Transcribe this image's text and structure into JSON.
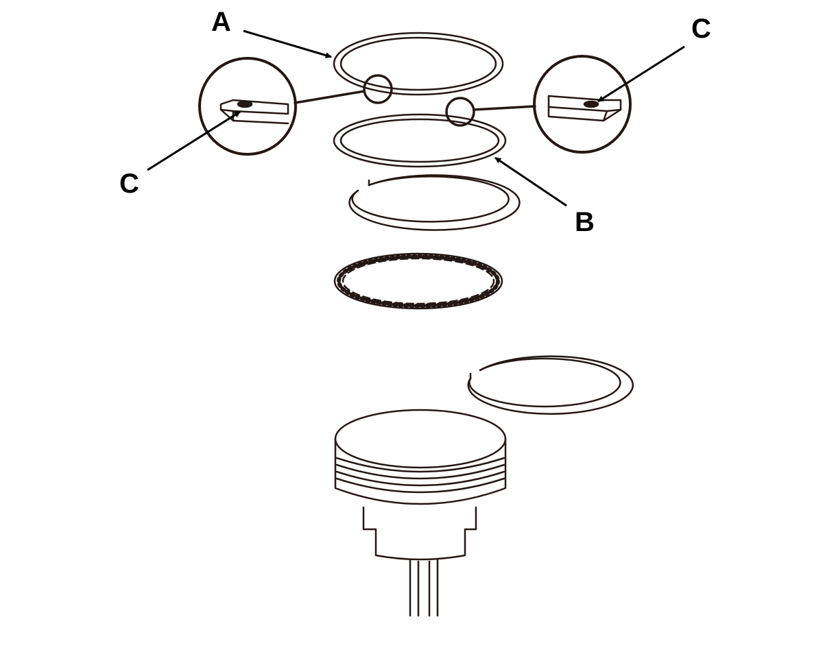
{
  "diagram": {
    "callouts": {
      "a": "A",
      "b": "B",
      "c_left": "C",
      "c_right": "C"
    },
    "parts": [
      "top-ring",
      "second-ring",
      "oil-ring-upper-rail",
      "oil-ring-spacer",
      "oil-ring-lower-rail",
      "piston",
      "connecting-rod"
    ],
    "colors": {
      "line": "#231815",
      "background": "#ffffff"
    }
  }
}
